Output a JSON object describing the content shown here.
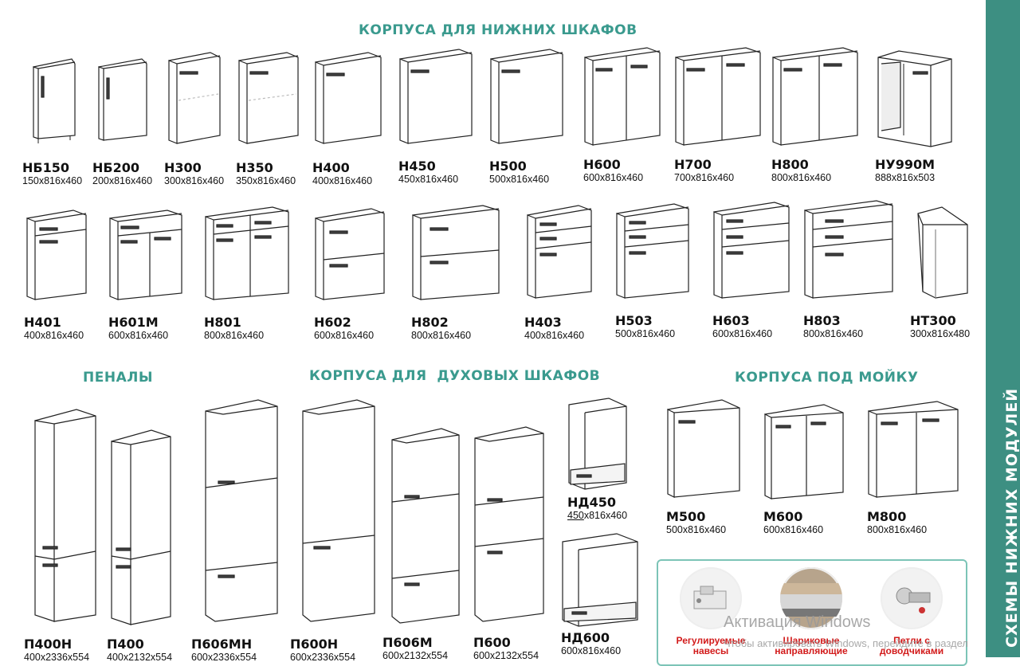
{
  "headings": {
    "lower": "КОРПУСА ДЛЯ НИЖНИХ ШКАФОВ",
    "tall": "ПЕНАЛЫ",
    "oven": "КОРПУСА ДЛЯ  ДУХОВЫХ ШКАФОВ",
    "sink": "КОРПУСА ПОД МОЙКУ"
  },
  "sidebar": {
    "title": "СХЕМЫ НИЖНИХ МОДУЛЕЙ"
  },
  "row1": [
    {
      "code": "НБ150",
      "size": "150x816x460",
      "icon": "narrow-bottle-cabinet"
    },
    {
      "code": "НБ200",
      "size": "200x816x460",
      "icon": "narrow-bottle-cabinet"
    },
    {
      "code": "Н300",
      "size": "300x816x460",
      "icon": "single-door-cabinet"
    },
    {
      "code": "Н350",
      "size": "350x816x460",
      "icon": "single-door-cabinet"
    },
    {
      "code": "Н400",
      "size": "400x816x460",
      "icon": "single-door-cabinet"
    },
    {
      "code": "Н450",
      "size": "450x816x460",
      "icon": "single-door-cabinet"
    },
    {
      "code": "Н500",
      "size": "500x816x460",
      "icon": "single-door-cabinet"
    },
    {
      "code": "Н600",
      "size": "600x816x460",
      "icon": "double-door-cabinet"
    },
    {
      "code": "Н700",
      "size": "700x816x460",
      "icon": "double-door-cabinet"
    },
    {
      "code": "Н800",
      "size": "800x816x460",
      "icon": "double-door-cabinet"
    },
    {
      "code": "НУ990М",
      "size": "888x816x503",
      "icon": "corner-cabinet"
    }
  ],
  "row2": [
    {
      "code": "Н401",
      "size": "400x816x460",
      "icon": "drawer-door-cabinet"
    },
    {
      "code": "Н601М",
      "size": "600x816x460",
      "icon": "drawer-double-door-cabinet"
    },
    {
      "code": "Н801",
      "size": "800x816x460",
      "icon": "drawer-double-door-cabinet"
    },
    {
      "code": "Н602",
      "size": "600x816x460",
      "icon": "two-drawer-cabinet"
    },
    {
      "code": "Н802",
      "size": "800x816x460",
      "icon": "two-drawer-cabinet"
    },
    {
      "code": "Н403",
      "size": "400x816x460",
      "icon": "three-drawer-cabinet"
    },
    {
      "code": "Н503",
      "size": "500x816x460",
      "icon": "three-drawer-cabinet"
    },
    {
      "code": "Н603",
      "size": "600x816x460",
      "icon": "three-drawer-cabinet"
    },
    {
      "code": "Н803",
      "size": "800x816x460",
      "icon": "three-drawer-cabinet"
    },
    {
      "code": "НТ300",
      "size": "300x816x480",
      "icon": "end-cabinet"
    }
  ],
  "tall": [
    {
      "code": "П400Н",
      "size": "400x2336x554",
      "icon": "tall-cabinet"
    },
    {
      "code": "П400",
      "size": "400x2132x554",
      "icon": "tall-cabinet"
    }
  ],
  "oven": [
    {
      "code": "П606МН",
      "size": "600x2336x554",
      "icon": "oven-tall-cabinet"
    },
    {
      "code": "П600Н",
      "size": "600x2336x554",
      "icon": "oven-tall-cabinet"
    },
    {
      "code": "П606М",
      "size": "600x2132x554",
      "icon": "oven-tall-cabinet"
    },
    {
      "code": "П600",
      "size": "600x2132x554",
      "icon": "oven-tall-cabinet"
    }
  ],
  "nd": [
    {
      "code": "НД450",
      "size_a": "450",
      "size_b": "x816x460",
      "icon": "oven-base-cabinet"
    },
    {
      "code": "НД600",
      "size": "600x816x460",
      "icon": "oven-base-cabinet"
    }
  ],
  "sink": [
    {
      "code": "М500",
      "size": "500x816x460",
      "icon": "sink-cabinet"
    },
    {
      "code": "М600",
      "size": "600x816x460",
      "icon": "sink-cabinet"
    },
    {
      "code": "М800",
      "size": "800x816x460",
      "icon": "sink-cabinet"
    }
  ],
  "accessories": [
    {
      "label1": "Регулируемые",
      "label2": "навесы",
      "icon": "hanger-icon"
    },
    {
      "label1": "Шариковые",
      "label2": "направляющие",
      "icon": "slide-icon"
    },
    {
      "label1": "Петли с",
      "label2": "доводчиками",
      "icon": "hinge-icon"
    }
  ],
  "watermark": {
    "title": "Активация Windows",
    "subtitle": "Чтобы активировать Windows, перейдите в раздел"
  }
}
